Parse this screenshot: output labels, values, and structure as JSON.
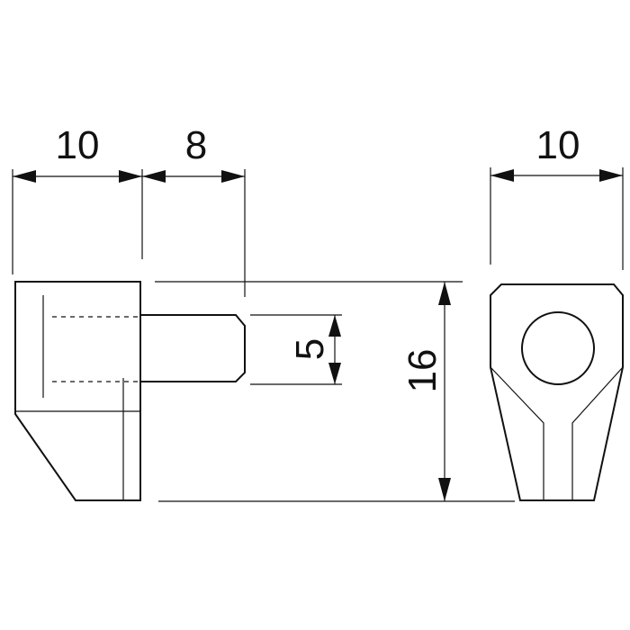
{
  "dimensions": {
    "left_width": "10",
    "pin_length": "8",
    "right_width": "10",
    "pin_diameter": "5",
    "height": "16"
  }
}
